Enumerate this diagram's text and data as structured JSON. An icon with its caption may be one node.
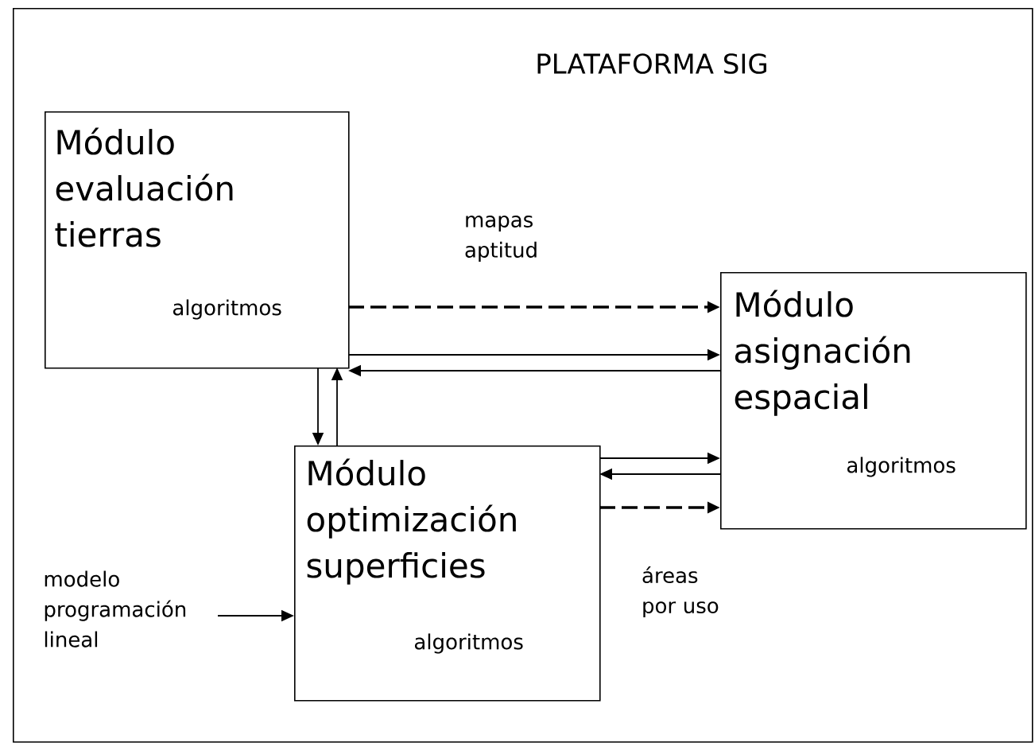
{
  "diagram": {
    "nodes": [
      {
        "text": [
          "PLATAFORMA SIG"
        ]
      },
      {
        "text": [
          "Módulo evaluación tierras",
          "algoritmos"
        ],
        "in": 0
      },
      {
        "text": [
          "Módulo asignación espacial",
          "algoritmos"
        ],
        "in": 0
      },
      {
        "text": [
          "Módulo optimización superficies",
          "algoritmos"
        ],
        "in": 0
      },
      {
        "text": [
          "modelo programación lineal"
        ],
        "in": 0
      }
    ],
    "edges": [
      {
        "from": 1,
        "to": 2,
        "arrow": "to",
        "style": "dashed",
        "label": "mapas aptitud"
      },
      {
        "from": 1,
        "to": 2,
        "arrow": "to"
      },
      {
        "from": 2,
        "to": 1,
        "arrow": "to"
      },
      {
        "from": 1,
        "to": 3,
        "arrow": "to"
      },
      {
        "from": 3,
        "to": 1,
        "arrow": "to"
      },
      {
        "from": 3,
        "to": 2,
        "arrow": "to"
      },
      {
        "from": 2,
        "to": 3,
        "arrow": "to"
      },
      {
        "from": 3,
        "to": 2,
        "arrow": "to",
        "style": "dashed",
        "label": "áreas por uso"
      },
      {
        "from": 4,
        "to": 3,
        "arrow": "to"
      }
    ]
  }
}
